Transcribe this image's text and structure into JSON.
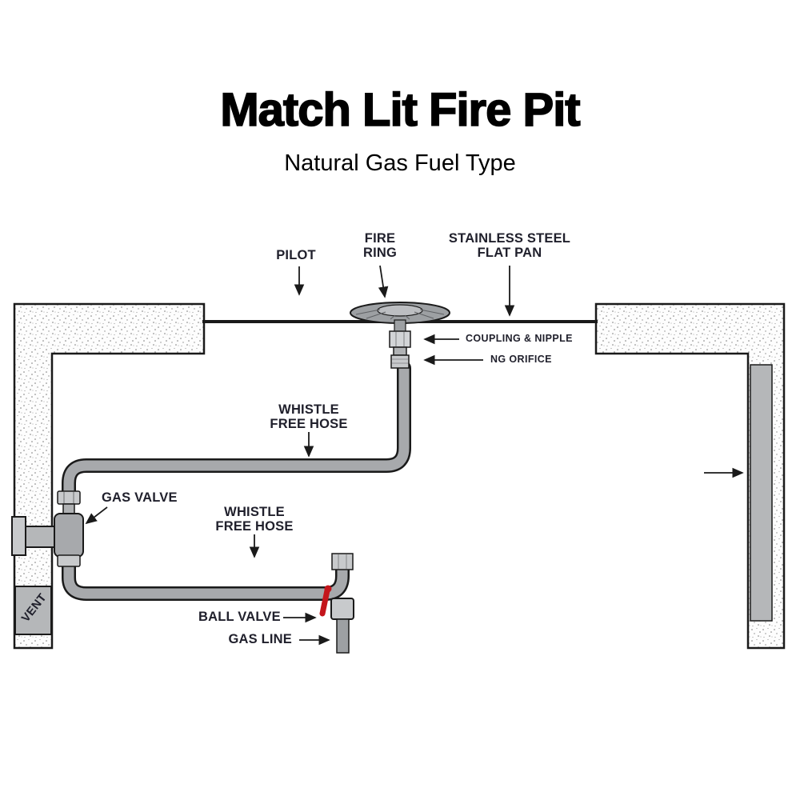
{
  "title": "Match Lit Fire Pit",
  "subtitle": "Natural Gas Fuel Type",
  "labels": {
    "pilot": "PILOT",
    "fire_ring": {
      "line1": "FIRE",
      "line2": "RING"
    },
    "flat_pan": {
      "line1": "STAINLESS STEEL",
      "line2": "FLAT PAN"
    },
    "coupling_nipple": "COUPLING & NIPPLE",
    "ng_orifice": "NG ORIFICE",
    "whistle_hose_upper": {
      "line1": "WHISTLE",
      "line2": "FREE HOSE"
    },
    "gas_valve": "GAS VALVE",
    "whistle_hose_lower": {
      "line1": "WHISTLE",
      "line2": "FREE HOSE"
    },
    "ball_valve": "BALL VALVE",
    "gas_line": "GAS LINE",
    "vent": "VENT"
  },
  "colors": {
    "label_text": "#20202c",
    "hose_gray": "#a7a9ac",
    "fitting_gray": "#c8cacc",
    "panel_gray": "#b5b7b9",
    "valve_handle_red": "#c4161c",
    "outline_black": "#1a1a1a"
  }
}
